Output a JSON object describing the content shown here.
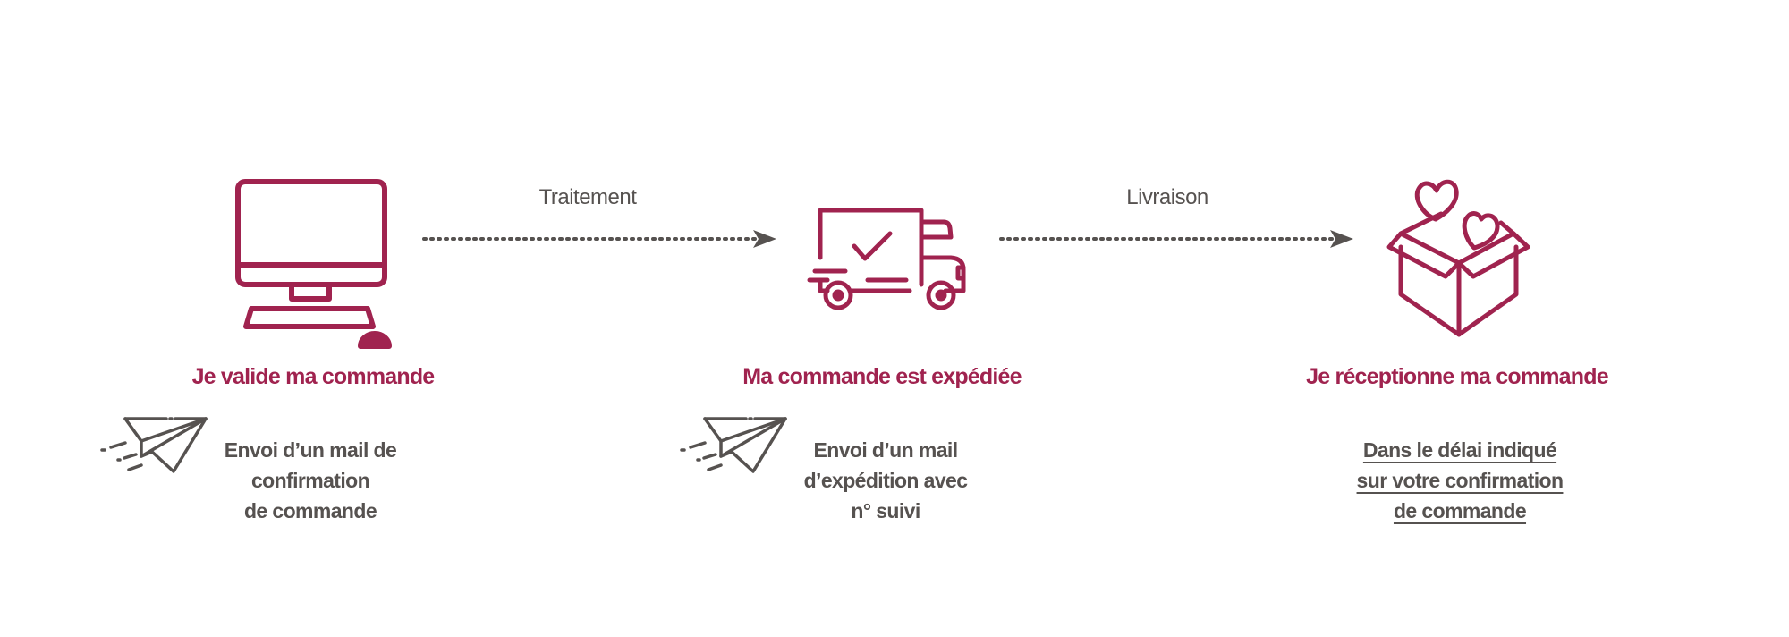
{
  "colors": {
    "accent": "#a0234f",
    "text": "#565250"
  },
  "transitions": [
    {
      "label": "Traitement"
    },
    {
      "label": "Livraison"
    }
  ],
  "steps": [
    {
      "icon": "computer-icon",
      "title": "Je valide ma commande",
      "desc_icon": "paper-plane-icon",
      "desc": [
        "Envoi d’un mail de",
        "confirmation",
        "de commande"
      ]
    },
    {
      "icon": "delivery-truck-icon",
      "title": "Ma commande est expédiée",
      "desc_icon": "paper-plane-icon",
      "desc": [
        "Envoi d’un mail",
        "d’expédition avec",
        "n° suivi"
      ]
    },
    {
      "icon": "gift-box-hearts-icon",
      "title": "Je réceptionne ma commande",
      "desc": [
        "Dans le délai indiqué",
        "sur votre confirmation",
        "de commande"
      ]
    }
  ]
}
